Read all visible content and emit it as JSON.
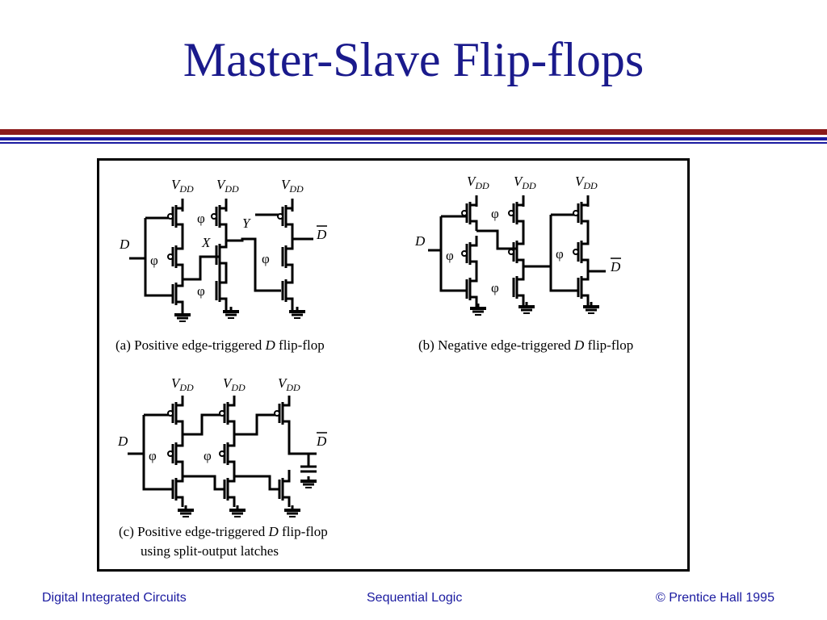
{
  "slide": {
    "title": "Master-Slave Flip-flops",
    "colors": {
      "title": "#1a1a8c",
      "rule_red": "#8b1a1a",
      "rule_blue": "#1a1aa0"
    }
  },
  "diagram": {
    "vdd": "V",
    "vdd_sub": "DD",
    "phi": "φ",
    "d": "D",
    "dbar": "D",
    "x": "X",
    "y": "Y",
    "captions": {
      "a_prefix": "(a) Positive edge-triggered ",
      "a_d": "D",
      "a_suffix": " flip-flop",
      "b_prefix": "(b) Negative edge-triggered ",
      "b_d": "D",
      "b_suffix": " flip-flop",
      "c_prefix": "(c) Positive edge-triggered ",
      "c_d": "D",
      "c_suffix": " flip-flop",
      "c_line2": "using split-output latches"
    }
  },
  "footer": {
    "left": "Digital Integrated Circuits",
    "center": "Sequential Logic",
    "right": "© Prentice Hall 1995"
  }
}
